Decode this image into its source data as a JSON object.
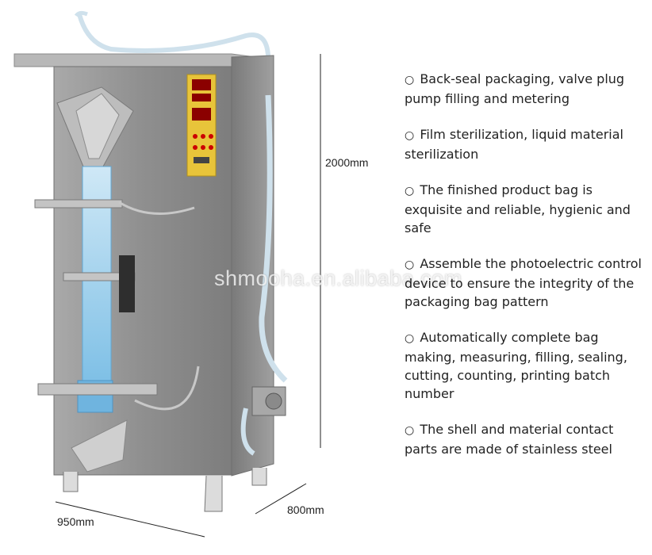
{
  "dimensions": {
    "height": "2000mm",
    "width": "950mm",
    "depth": "800mm"
  },
  "watermark": "shmooha.en.alibaba.com",
  "bullet_symbol": "○",
  "features": [
    "Back-seal packaging, valve plug pump filling and metering",
    "Film sterilization, liquid material sterilization",
    "The finished product bag is exquisite and reliable, hygienic and safe",
    "Assemble the photoelectric control device to ensure the integrity of the packaging bag pattern",
    "Automatically complete bag making, measuring, filling, sealing, cutting, counting, printing batch number",
    "The shell and material contact parts are made of stainless steel"
  ],
  "colors": {
    "steel": "#9a9a9a",
    "steel_dark": "#6f6f6f",
    "control_panel": "#e8c43a",
    "film_blue": "#8ec9ea"
  }
}
